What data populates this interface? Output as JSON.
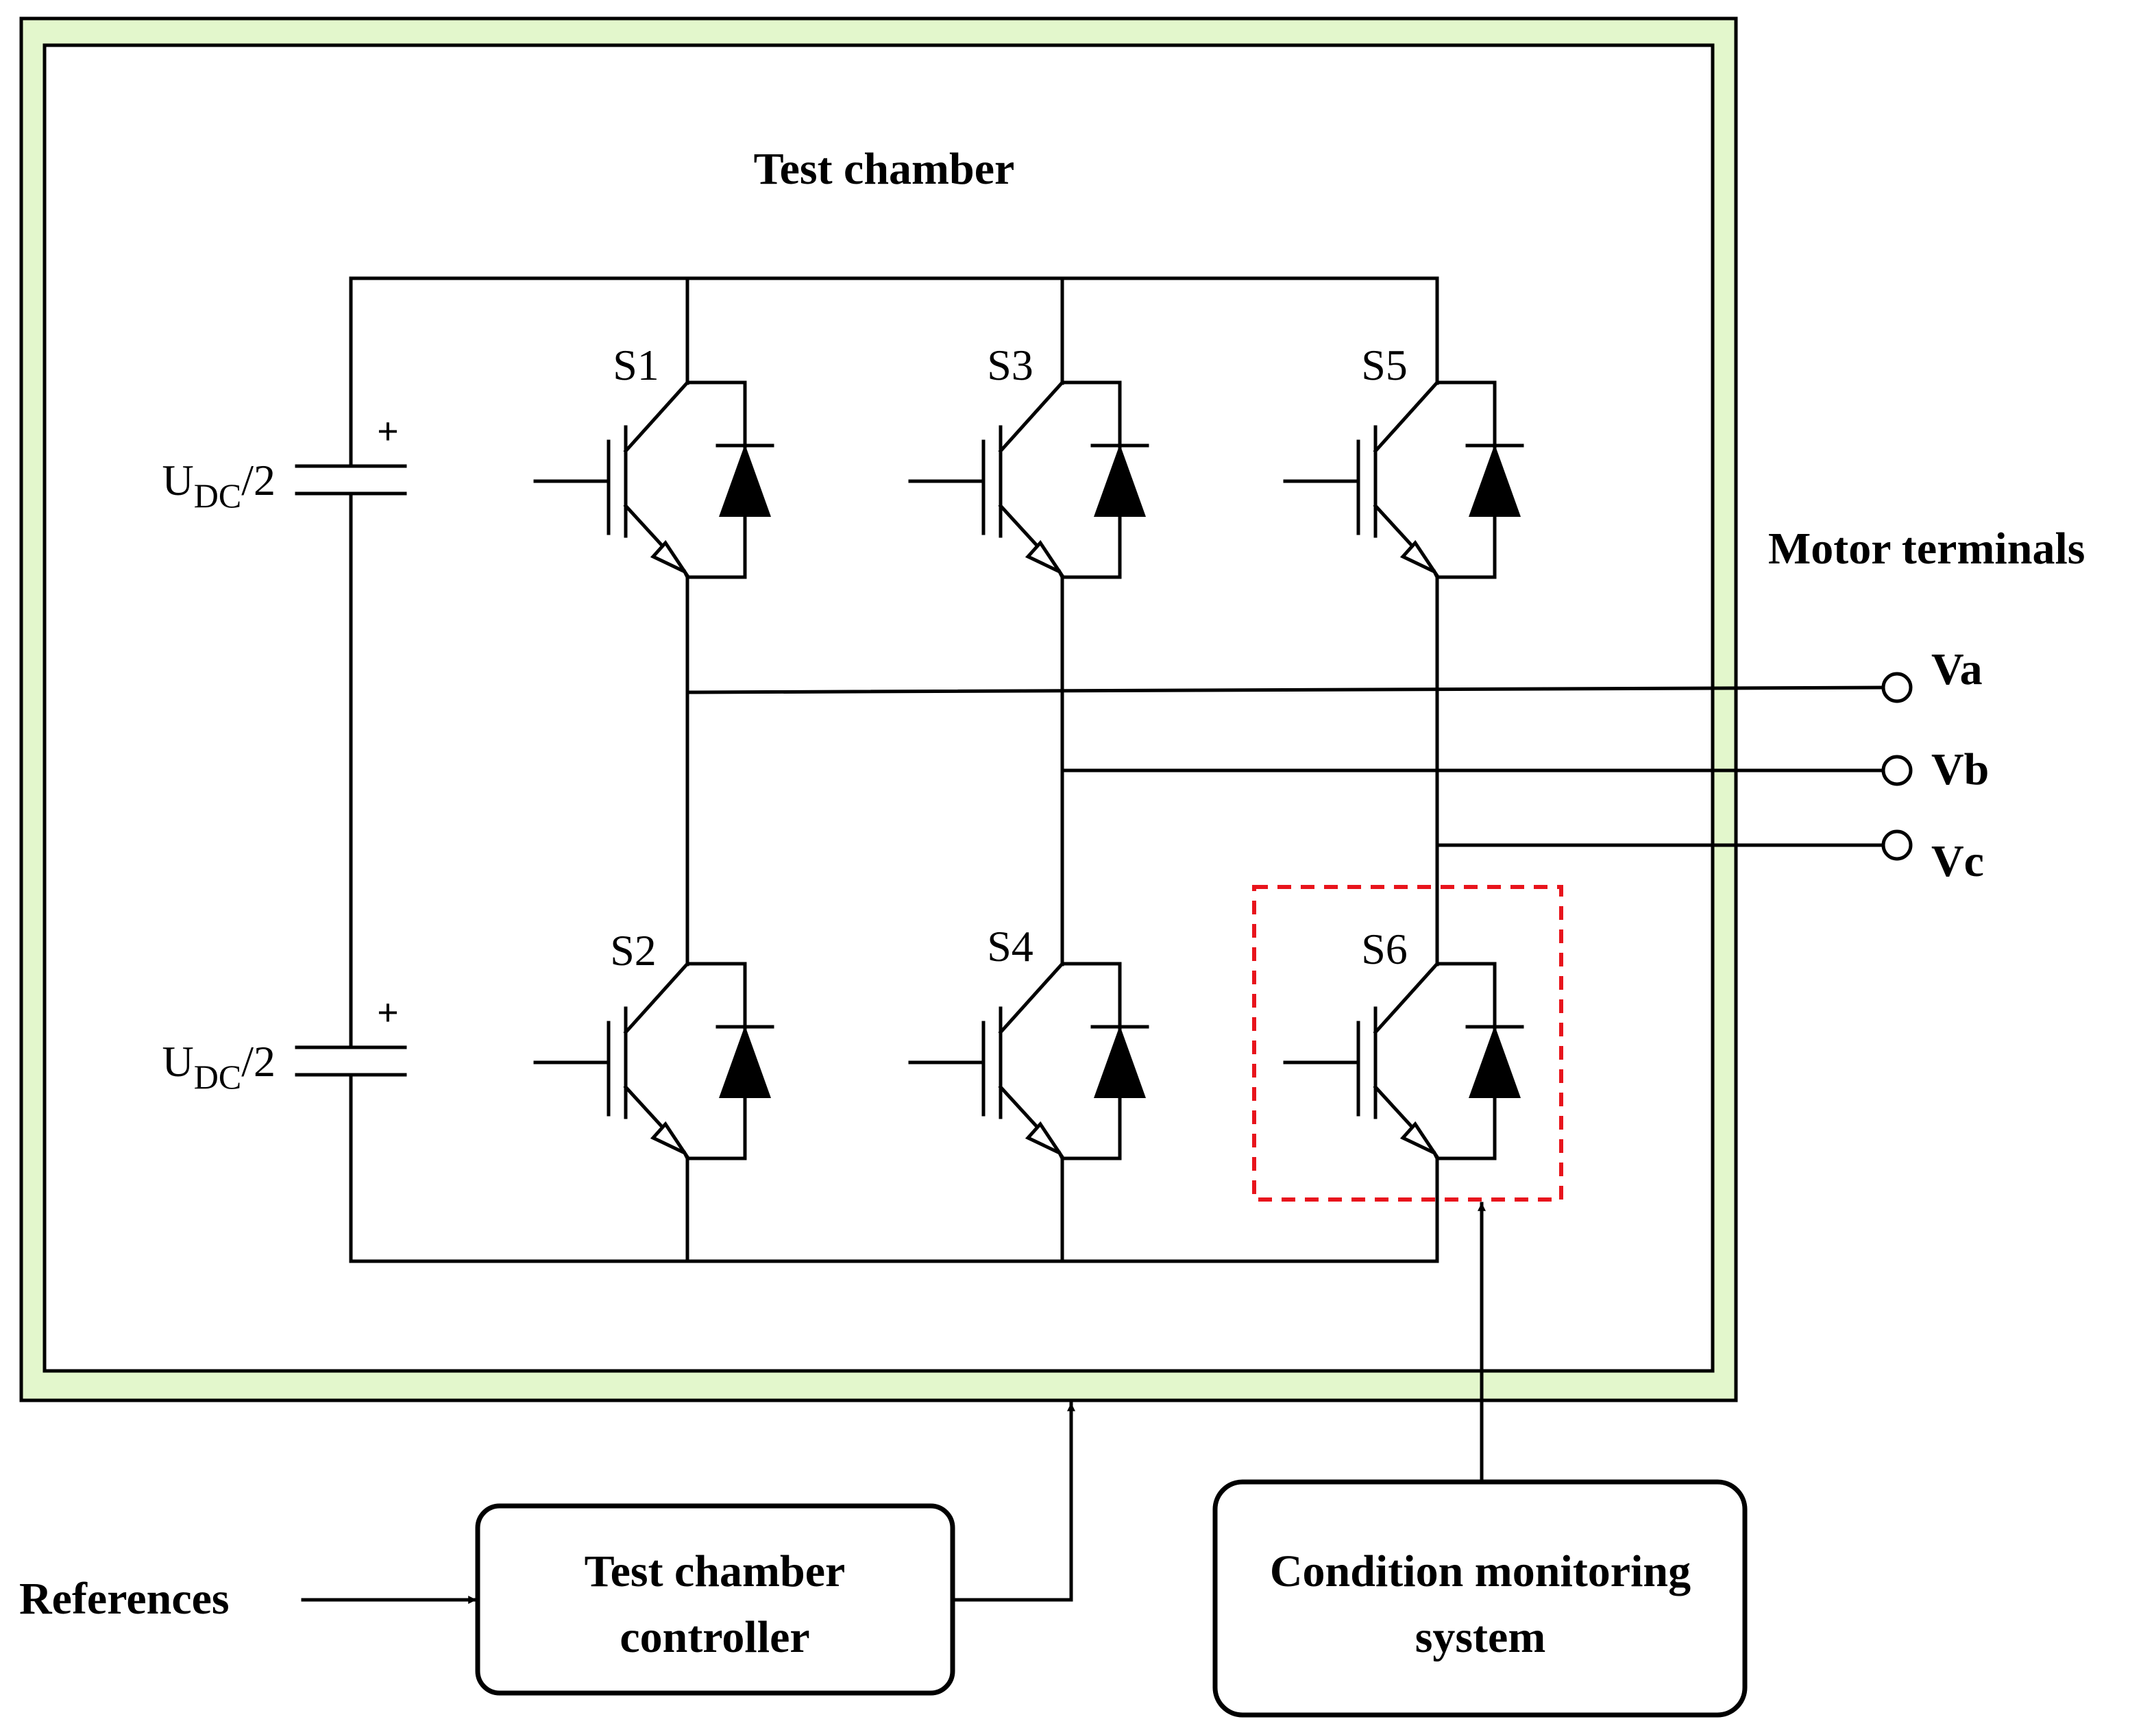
{
  "chamber": {
    "title": "Test chamber",
    "outer_fill": "#e3f7cc"
  },
  "sources": [
    {
      "id": "upper",
      "label_main": "U",
      "label_sub": "DC",
      "label_tail": "/2",
      "polarity": "+"
    },
    {
      "id": "lower",
      "label_main": "U",
      "label_sub": "DC",
      "label_tail": "/2",
      "polarity": "+"
    }
  ],
  "switches": {
    "s1": "S1",
    "s2": "S2",
    "s3": "S3",
    "s4": "S4",
    "s5": "S5",
    "s6": "S6"
  },
  "motor": {
    "title": "Motor terminals",
    "terminals": [
      "Va",
      "Vb",
      "Vc"
    ]
  },
  "highlight": {
    "target": "S6",
    "color": "#e8141c"
  },
  "blocks": {
    "references": "References",
    "controller_line1": "Test chamber",
    "controller_line2": "controller",
    "monitoring_line1": "Condition monitoring",
    "monitoring_line2": "system"
  }
}
